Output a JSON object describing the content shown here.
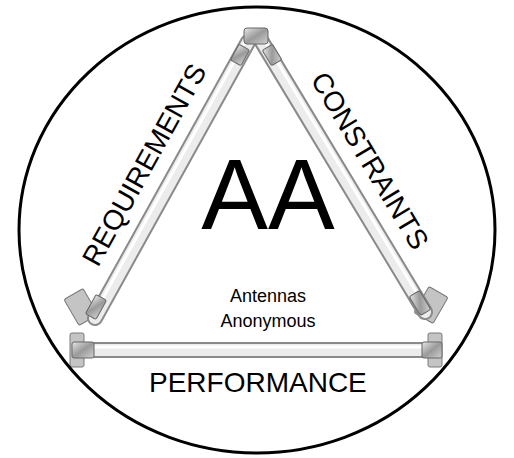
{
  "diagram": {
    "nodes": [
      {
        "text": [
          "AA",
          "Antennas Anonymous"
        ]
      }
    ],
    "labels": [
      "REQUIREMENTS",
      "CONSTRAINTS",
      "PERFORMANCE"
    ]
  }
}
